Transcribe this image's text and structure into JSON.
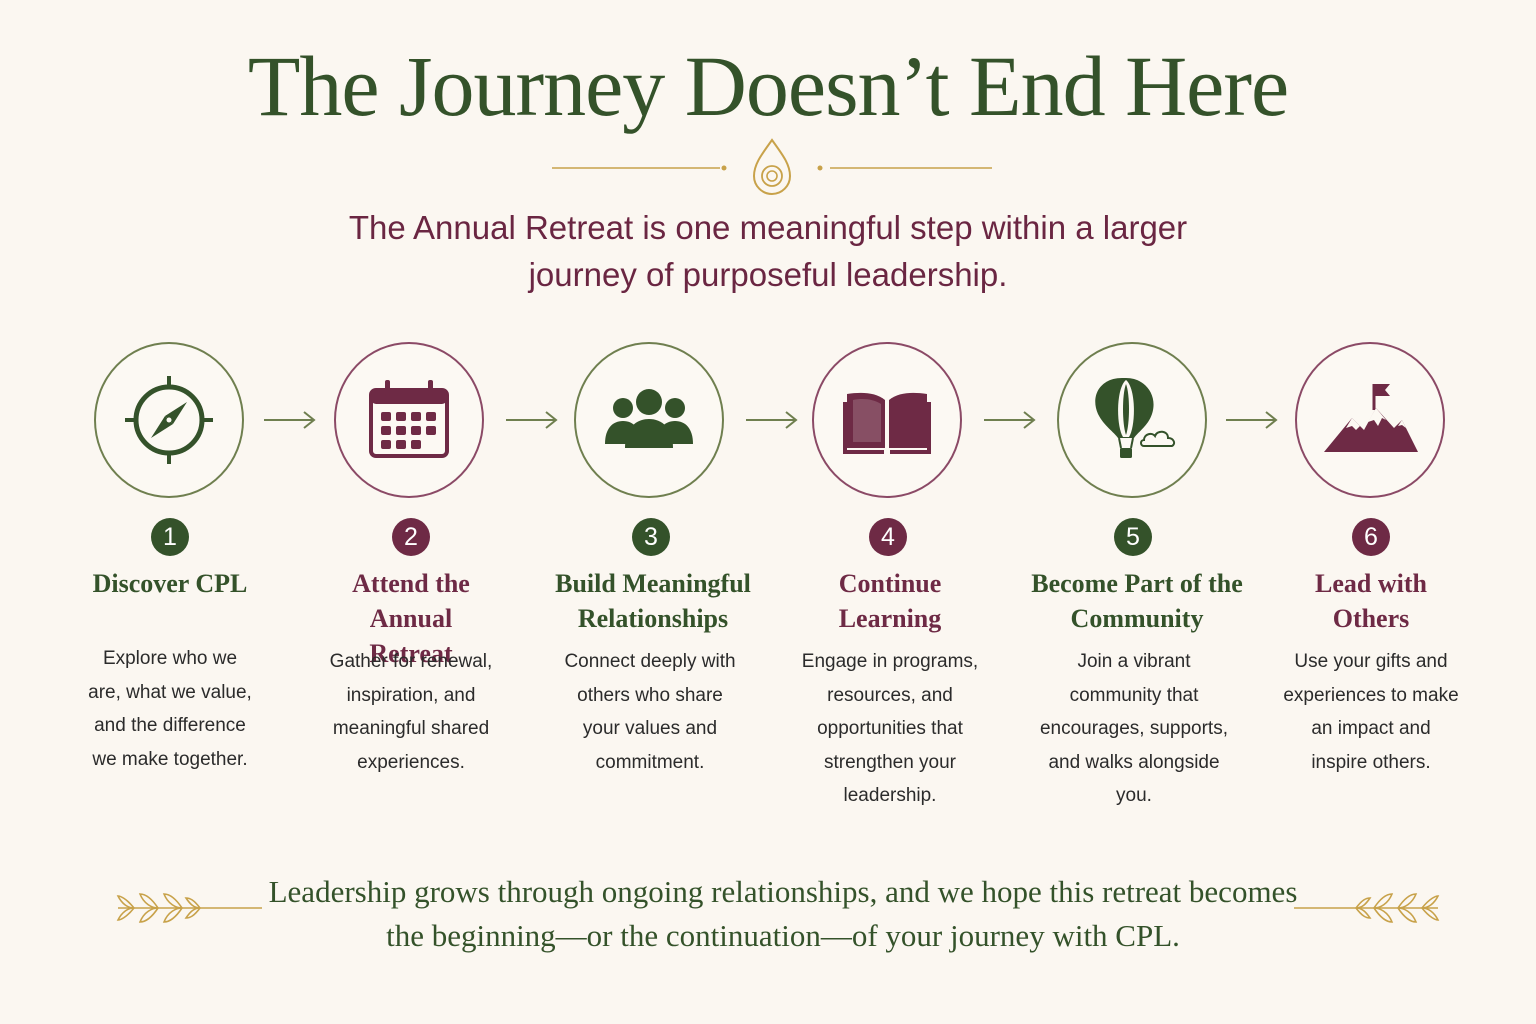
{
  "title": "The Journey Doesn’t End Here",
  "subtitle": "The Annual Retreat is one meaningful step within a larger journey of purposeful leadership.",
  "colors": {
    "green": "#34522a",
    "maroon": "#6e2a45",
    "gold": "#c8a24a",
    "background": "#fbf7f1"
  },
  "steps": [
    {
      "number": "1",
      "title": "Discover CPL",
      "description": "Explore who we are, what we value, and the difference we make together.",
      "icon": "compass-icon",
      "color": "green"
    },
    {
      "number": "2",
      "title": "Attend the Annual Retreat",
      "description": "Gather for renewal, inspiration, and meaningful shared experiences.",
      "icon": "calendar-icon",
      "color": "maroon"
    },
    {
      "number": "3",
      "title": "Build Meaningful Relationships",
      "description": "Connect deeply with others who share your values and commitment.",
      "icon": "people-group-icon",
      "color": "green"
    },
    {
      "number": "4",
      "title": "Continue Learning",
      "description": "Engage in programs, resources, and opportunities that strengthen your leadership.",
      "icon": "open-book-icon",
      "color": "maroon"
    },
    {
      "number": "5",
      "title": "Become Part of the Community",
      "description": "Join a vibrant community that encourages, supports, and walks alongside you.",
      "icon": "hot-air-balloon-icon",
      "color": "green"
    },
    {
      "number": "6",
      "title": "Lead with Others",
      "description": "Use your gifts and experiences to make an impact and inspire others.",
      "icon": "mountain-flag-icon",
      "color": "maroon"
    }
  ],
  "closing": "Leadership grows through ongoing relationships, and we hope this retreat becomes the beginning—or the continuation—of your journey with CPL."
}
